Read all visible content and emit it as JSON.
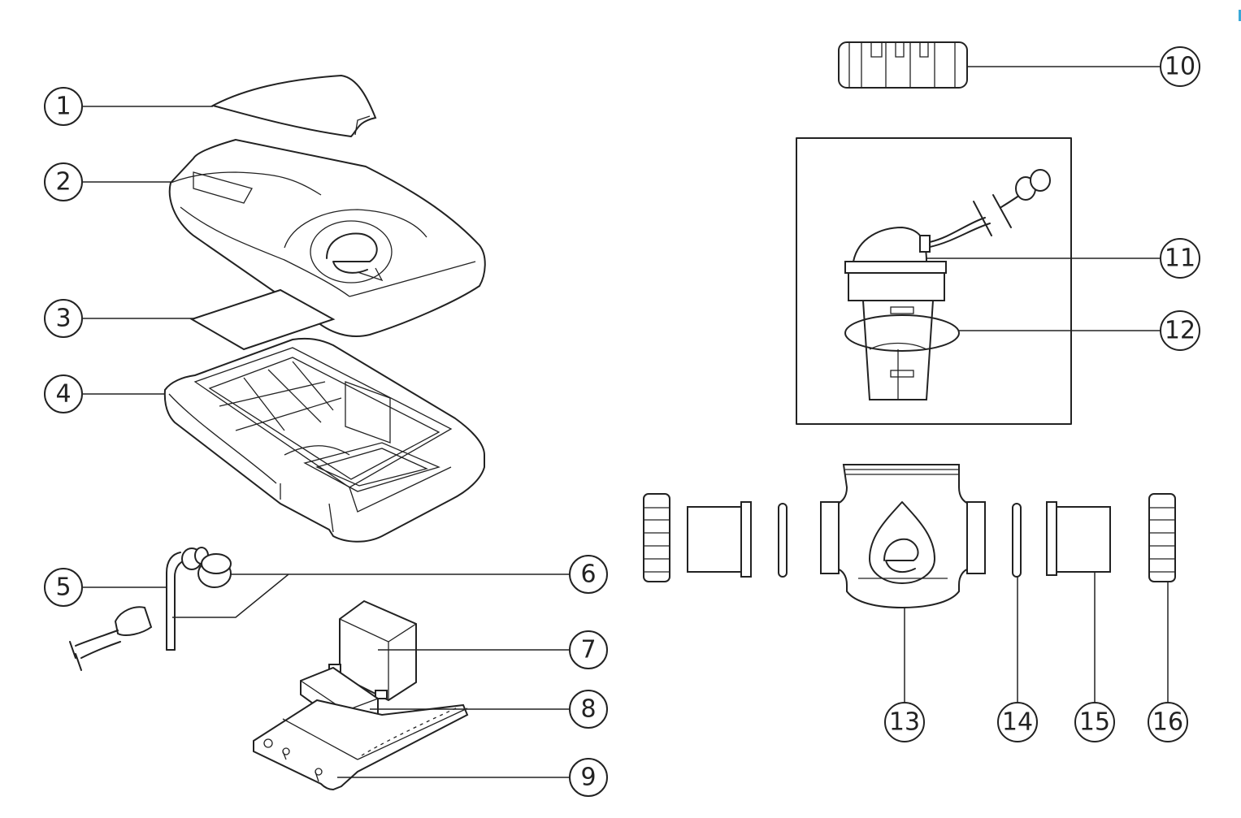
{
  "callouts": [
    {
      "num": "1"
    },
    {
      "num": "2"
    },
    {
      "num": "3"
    },
    {
      "num": "4"
    },
    {
      "num": "5"
    },
    {
      "num": "6"
    },
    {
      "num": "7"
    },
    {
      "num": "8"
    },
    {
      "num": "9"
    },
    {
      "num": "10"
    },
    {
      "num": "11"
    },
    {
      "num": "12"
    },
    {
      "num": "13"
    },
    {
      "num": "14"
    },
    {
      "num": "15"
    },
    {
      "num": "16"
    }
  ]
}
